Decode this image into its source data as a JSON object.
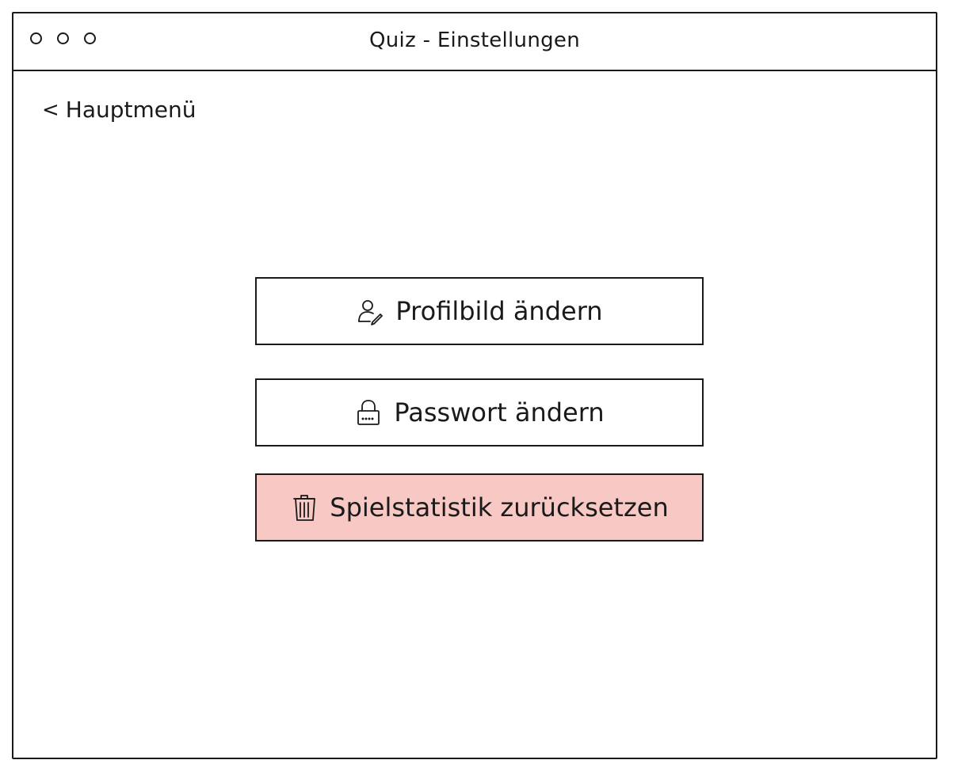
{
  "window": {
    "title": "Quiz - Einstellungen"
  },
  "nav": {
    "back_chevron": "<",
    "back_label": "Hauptmenü"
  },
  "actions": [
    {
      "label": "Profilbild ändern",
      "icon": "user-edit-icon"
    },
    {
      "label": "Passwort ändern",
      "icon": "lock-icon"
    },
    {
      "label": "Spielstatistik zurücksetzen",
      "icon": "trash-icon",
      "color": "#f7c8c4"
    }
  ]
}
